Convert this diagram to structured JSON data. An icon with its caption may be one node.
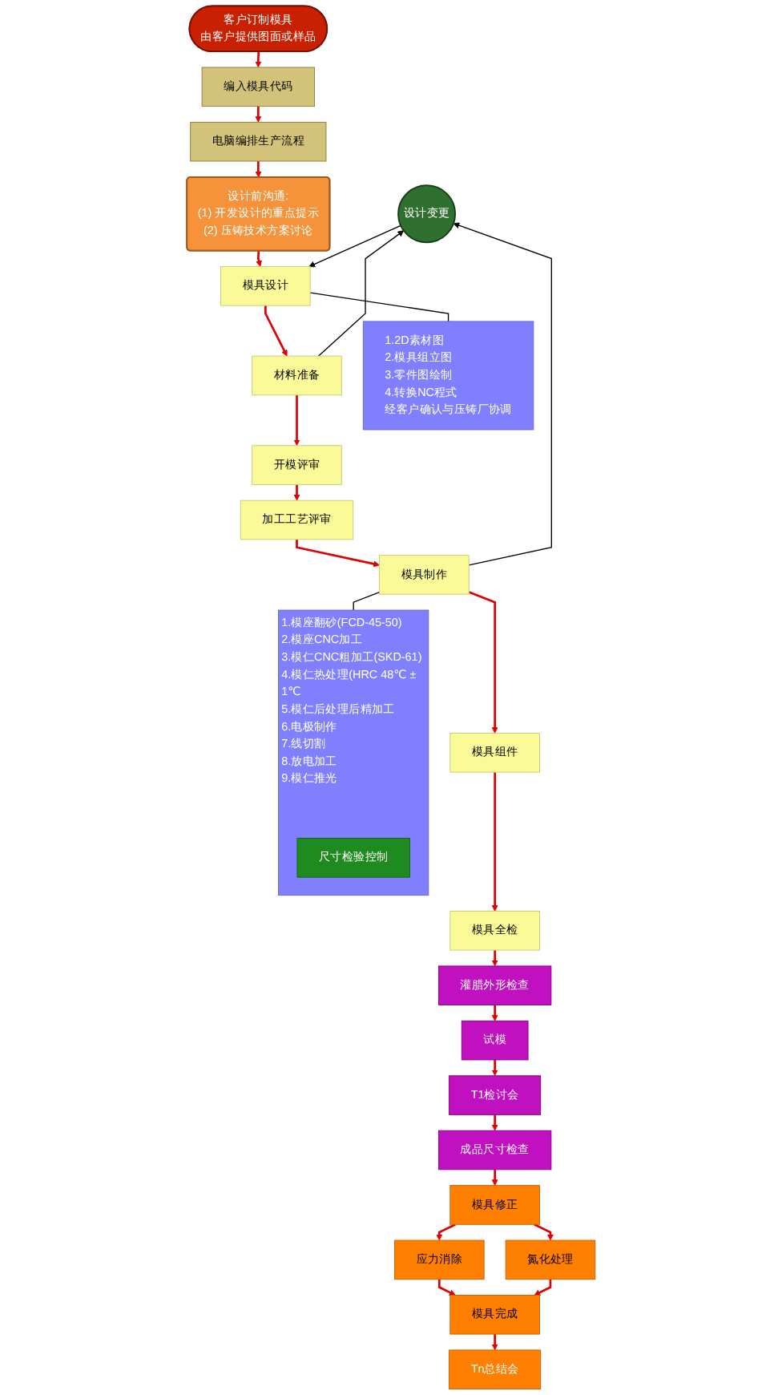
{
  "diagram": {
    "nodes": [
      {
        "text": [
          "客户订制模具",
          "由客户提供图面或样品"
        ]
      },
      {
        "text": [
          "编入模具代码"
        ]
      },
      {
        "text": [
          "电脑编排生产流程"
        ]
      },
      {
        "text": [
          "设计前沟通:",
          "(1) 开发设计的重点提示",
          "(2) 压铸技术方案讨论"
        ]
      },
      {
        "text": [
          "模具设计"
        ]
      },
      {
        "text": [
          "材料准备"
        ]
      },
      {
        "text": [
          "开模评审"
        ]
      },
      {
        "text": [
          "加工工艺评审"
        ]
      },
      {
        "text": [
          "模具制作"
        ]
      },
      {
        "text": [
          "模具组件"
        ]
      },
      {
        "text": [
          "模具全检"
        ]
      },
      {
        "text": [
          "灌腊外形检查"
        ]
      },
      {
        "text": [
          "试模"
        ]
      },
      {
        "text": [
          "T1检讨会"
        ]
      },
      {
        "text": [
          "成品尺寸检查"
        ]
      },
      {
        "text": [
          "模具修正"
        ]
      },
      {
        "text": [
          "应力消除"
        ]
      },
      {
        "text": [
          "氮化处理"
        ]
      },
      {
        "text": [
          "模具完成"
        ]
      },
      {
        "text": [
          "Tn总结会"
        ]
      },
      {
        "text": [
          "设计变更"
        ]
      },
      {
        "text": [
          "1.2D素材图",
          "2.模具组立图",
          "3.零件图绘制",
          "4.转换NC程式",
          "经客户确认与压铸厂协调"
        ]
      },
      {
        "text": [
          "1.模座翻砂(FCD-45-50)",
          "2.模座CNC加工",
          "3.模仁CNC粗加工(SKD-61)",
          "4.模仁热处理(HRC 48℃ ± 1℃",
          "5.模仁后处理后精加工",
          "6.电极制作",
          "7.线切割",
          "8.放电加工",
          "9.模仁推光"
        ]
      },
      {
        "text": [
          "尺寸检验控制"
        ],
        "in": 22
      }
    ],
    "edges": [
      {
        "from": 0,
        "to": 1,
        "arrow": "to"
      },
      {
        "from": 1,
        "to": 2,
        "arrow": "to"
      },
      {
        "from": 2,
        "to": 3,
        "arrow": "to"
      },
      {
        "from": 3,
        "to": 4,
        "arrow": "to"
      },
      {
        "from": 4,
        "to": 5,
        "arrow": "to"
      },
      {
        "from": 5,
        "to": 6,
        "arrow": "to"
      },
      {
        "from": 6,
        "to": 7,
        "arrow": "to"
      },
      {
        "from": 7,
        "to": 8,
        "arrow": "to"
      },
      {
        "from": 8,
        "to": 9,
        "arrow": "to"
      },
      {
        "from": 9,
        "to": 10,
        "arrow": "to"
      },
      {
        "from": 10,
        "to": 11,
        "arrow": "to"
      },
      {
        "from": 11,
        "to": 12,
        "arrow": "to"
      },
      {
        "from": 12,
        "to": 13,
        "arrow": "to"
      },
      {
        "from": 13,
        "to": 14,
        "arrow": "to"
      },
      {
        "from": 14,
        "to": 15,
        "arrow": "to"
      },
      {
        "from": 15,
        "to": 16,
        "arrow": "to"
      },
      {
        "from": 15,
        "to": 17,
        "arrow": "to"
      },
      {
        "from": 16,
        "to": 18,
        "arrow": "to"
      },
      {
        "from": 17,
        "to": 18,
        "arrow": "to"
      },
      {
        "from": 18,
        "to": 19,
        "arrow": "to"
      },
      {
        "from": 20,
        "to": 4,
        "arrow": "to",
        "color": "#000000"
      },
      {
        "from": 5,
        "to": 20,
        "arrow": "to",
        "color": "#000000"
      },
      {
        "from": 8,
        "to": 20,
        "arrow": "to",
        "color": "#000000"
      },
      {
        "from": 4,
        "to": 21,
        "arrow": "none",
        "color": "#000000"
      },
      {
        "from": 8,
        "to": 22,
        "arrow": "none",
        "color": "#000000"
      }
    ]
  }
}
